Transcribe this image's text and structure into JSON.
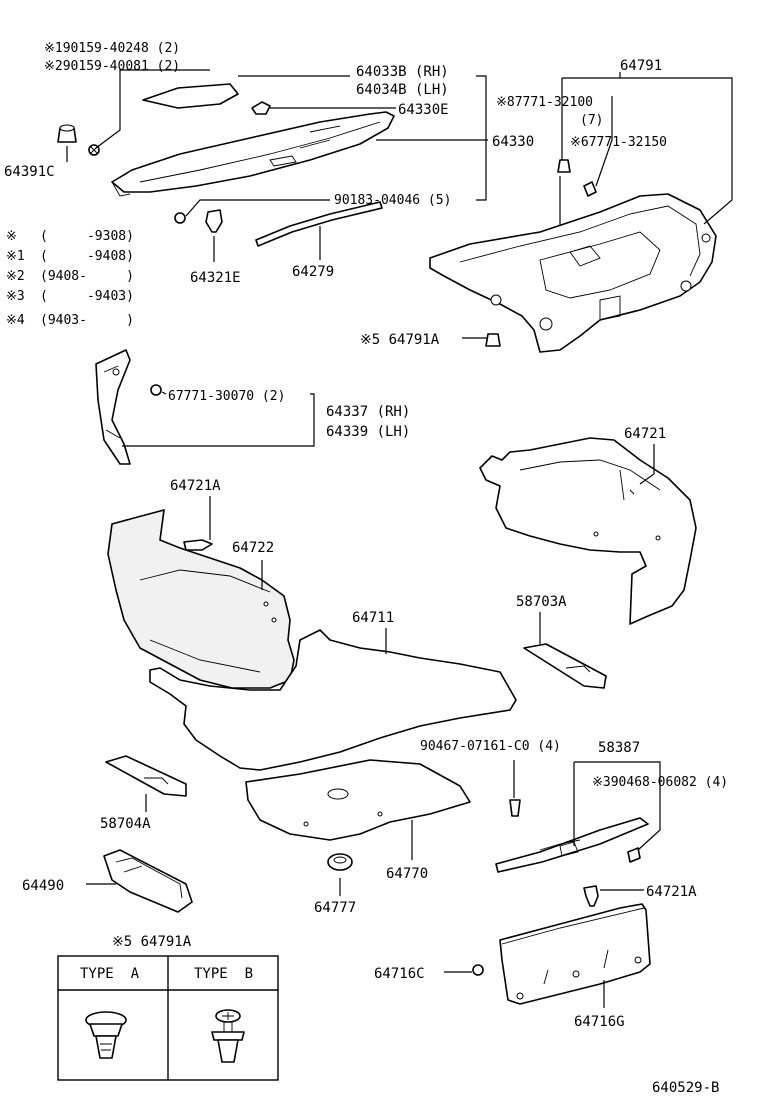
{
  "labels": {
    "p64033b": "64033B (RH)",
    "p64034b": "64034B (LH)",
    "p64330e": "64330E",
    "p64330": "64330",
    "p90183": "90183-04046 (5)",
    "p64791": "64791",
    "p87771": "※87771-32100",
    "p87771_qty": "(7)",
    "p67771_32150": "※67771-32150",
    "p90159_1": "※190159-40248 (2)",
    "p90159_2": "※290159-40081 (2)",
    "p64391c": "64391C",
    "p64321e": "64321E",
    "p64279": "64279",
    "p64791a_top": "※5 64791A",
    "p67771_30070": "67771-30070 (2)",
    "p64337": "64337 (RH)",
    "p64339": "64339 (LH)",
    "p64721": "64721",
    "p64721a": "64721A",
    "p64722": "64722",
    "p64711": "64711",
    "p58703a": "58703A",
    "p90467": "90467-07161-C0 (4)",
    "p58387": "58387",
    "p90468": "※390468-06082 (4)",
    "p58704a": "58704A",
    "p64770": "64770",
    "p64490": "64490",
    "p64777": "64777",
    "p64721a_b": "64721A",
    "p64716c": "64716C",
    "p64716g": "64716G",
    "diagram_code": "640529-B"
  },
  "legend": [
    {
      "mark": "※",
      "range": "(     -9308)"
    },
    {
      "mark": "※1",
      "range": "(     -9408)"
    },
    {
      "mark": "※2",
      "range": "(9408-     )"
    },
    {
      "mark": "※3",
      "range": "(     -9403)"
    },
    {
      "mark": "※4",
      "range": "(9403-     )"
    }
  ],
  "clip_table": {
    "title": "※5 64791A",
    "col_a": "TYPE  A",
    "col_b": "TYPE  B"
  }
}
